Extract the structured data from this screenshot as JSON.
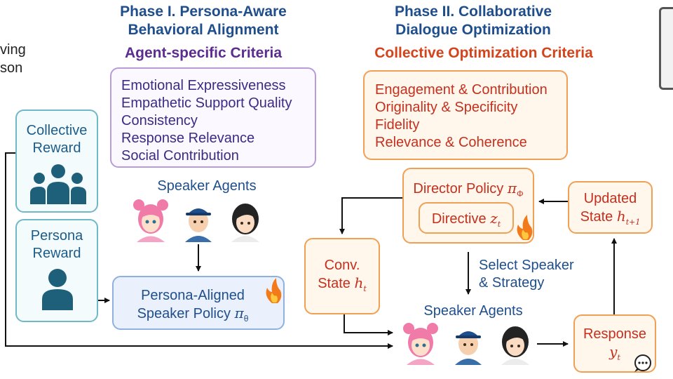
{
  "left_cut": {
    "line1": "ving",
    "line2": "son"
  },
  "phase1": {
    "title_line1": "Phase I. Persona-Aware",
    "title_line2": "Behavioral Alignment",
    "criteria_title": "Agent-specific Criteria",
    "criteria": [
      "Emotional Expressiveness",
      "Empathetic Support Quality",
      "Consistency",
      "Response Relevance",
      "Social Contribution"
    ],
    "speaker_agents": "Speaker Agents",
    "policy_line1": "Persona-Aligned",
    "policy_line2": "Speaker Policy",
    "policy_symbol": "π",
    "policy_sub": "θ"
  },
  "phase2": {
    "title_line1": "Phase II. Collaborative",
    "title_line2": "Dialogue Optimization",
    "criteria_title": "Collective Optimization Criteria",
    "criteria": [
      "Engagement & Contribution",
      "Originality & Specificity",
      "Fidelity",
      "Relevance & Coherence"
    ],
    "director_label": "Director Policy",
    "director_symbol": "π",
    "director_sub": "Φ",
    "directive_label": "Directive",
    "directive_symbol": "z",
    "directive_sub": "t",
    "conv_line1": "Conv.",
    "conv_line2": "State",
    "conv_symbol": "h",
    "conv_sub": "t",
    "updated_line1": "Updated",
    "updated_line2": "State",
    "updated_symbol": "h",
    "updated_sub": "t+1",
    "select_line1": "Select Speaker",
    "select_line2": "& Strategy",
    "speaker_agents": "Speaker Agents",
    "response_label": "Response",
    "response_symbol": "y",
    "response_sub": "t"
  },
  "rewards": {
    "collective_line1": "Collective",
    "collective_line2": "Reward",
    "persona_line1": "Persona",
    "persona_line2": "Reward"
  },
  "colors": {
    "blue_title": "#1f4e8c",
    "purple": "#5b2d90",
    "orange": "#d4441c",
    "teal_icon": "#1e5f7a",
    "arrow": "#111111"
  }
}
